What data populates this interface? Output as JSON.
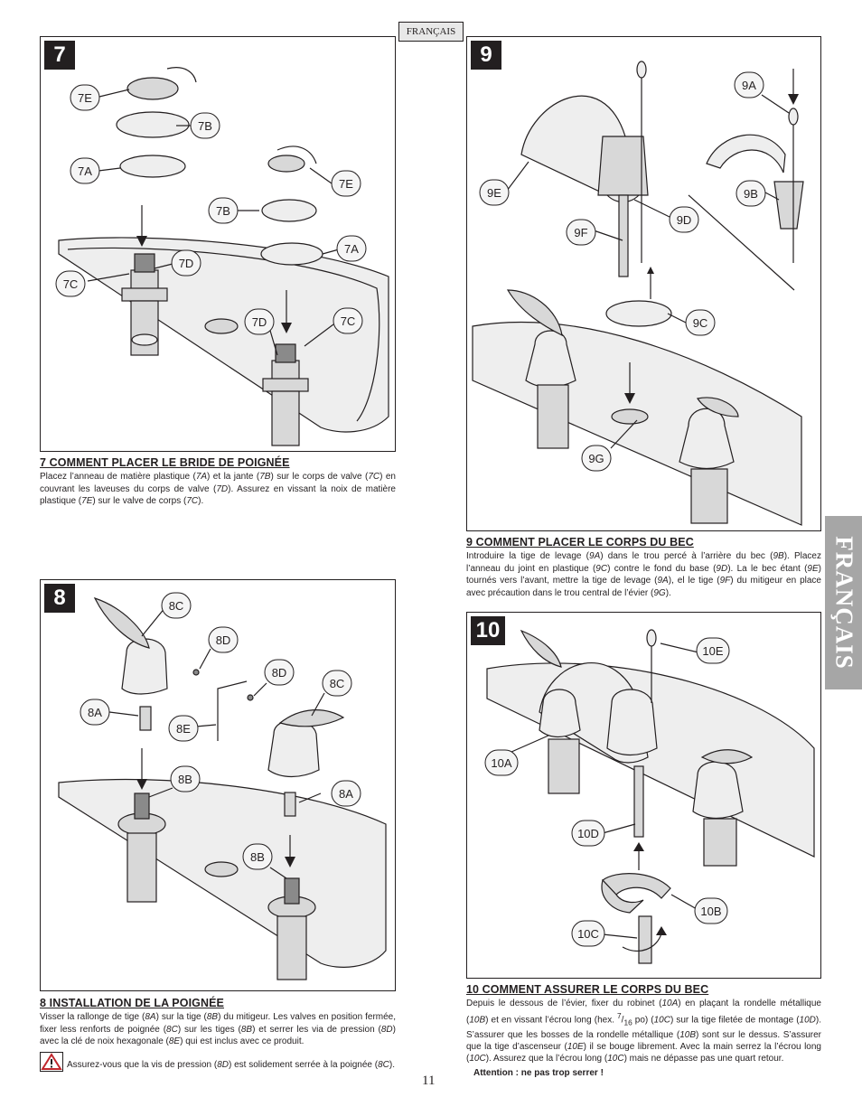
{
  "header": {
    "language_tag": "FRANÇAIS"
  },
  "side_tab": {
    "label": "FRANÇAIS"
  },
  "page_number": "11",
  "steps": {
    "s7": {
      "number": "7",
      "title": "7  COMMENT PLACER LE BRIDE DE POIGNÉE",
      "t1": "Placez l’anneau de matière plastique (",
      "r1": "7A",
      "t2": ") et la jante (",
      "r2": "7B",
      "t3": ") sur le corps de valve (",
      "r3": "7C",
      "t4": ") en couvrant les laveuses du corps de valve (",
      "r4": "7D",
      "t5": "). Assurez en vissant la noix de matière plastique (",
      "r5": "7E",
      "t6": ") sur le valve de corps (",
      "r6": "7C",
      "t7": ").",
      "callouts": [
        "7E",
        "7B",
        "7A",
        "7E",
        "7B",
        "7A",
        "7D",
        "7C",
        "7D",
        "7C"
      ]
    },
    "s8": {
      "number": "8",
      "title": "8  INSTALLATION DE LA POIGNÉE",
      "t1": "Visser la rallonge de tige (",
      "r1": "8A",
      "t2": ") sur la tige (",
      "r2": "8B",
      "t3": ") du mitigeur. Les valves en position fermée, fixer less renforts de poignée (",
      "r3": "8C",
      "t4": ") sur les tiges (",
      "r4": "8B",
      "t5": ") et serrer les via de pression (",
      "r5": "8D",
      "t6": ") avec la clé de noix hexagonale (",
      "r6": "8E",
      "t7": ") qui est inclus avec ce produit.",
      "w1": "Assurez-vous que la vis de pression (",
      "wr1": "8D",
      "w2": ") est solidement serrée à la poignée (",
      "wr2": "8C",
      "w3": ").",
      "callouts": [
        "8C",
        "8D",
        "8D",
        "8C",
        "8A",
        "8E",
        "8B",
        "8A",
        "8B"
      ]
    },
    "s9": {
      "number": "9",
      "title": "9  COMMENT PLACER LE CORPS DU BEC",
      "t1": "Introduire la tige de levage (",
      "r1": "9A",
      "t2": ") dans le trou percé à l’arrière du bec (",
      "r2": "9B",
      "t3": "). Placez l’anneau du joint en plastique (",
      "r3": "9C",
      "t4": ") contre le fond du base (",
      "r4": "9D",
      "t5": "). La le bec étant (",
      "r5": "9E",
      "t6": ") tournés vers l’avant, mettre la tige de levage (",
      "r6": "9A",
      "t7": "), el le tige (",
      "r7": "9F",
      "t8": ") du mitigeur en place avec précaution dans le trou central de l’évier (",
      "r8": "9G",
      "t9": ").",
      "callouts": [
        "9A",
        "9E",
        "9B",
        "9D",
        "9F",
        "9C",
        "9G"
      ]
    },
    "s10": {
      "number": "10",
      "title": "10  COMMENT ASSURER LE CORPS DU BEC",
      "t1": "Depuis le dessous de l’évier, fixer du robinet (",
      "r1": "10A",
      "t2": ") en plaçant la rondelle métallique (",
      "r2": "10B",
      "t3": ") et en vissant l’écrou long (hex. ",
      "frac_num": "7",
      "frac_sep": "/",
      "frac_den": "16",
      "t4": " po) (",
      "r4": "10C",
      "t5": ") sur la tige filetée de montage (",
      "r5": "10D",
      "t6": "). S’assurer que les bosses de la rondelle métallique (",
      "r6": "10B",
      "t7": ") sont sur le dessus. S’assurer que la tige d’ascenseur (",
      "r7": "10E",
      "t8": ") il se bouge librement. Avec la main serrez la l’écrou long (",
      "r8": "10C",
      "t9": "). Assurez que la l’écrou long (",
      "r9": "10C",
      "t10": ") mais ne dépasse pas une quart retour.",
      "attention": "Attention : ne pas trop serrer !",
      "callouts": [
        "10E",
        "10A",
        "10D",
        "10B",
        "10C"
      ]
    }
  }
}
